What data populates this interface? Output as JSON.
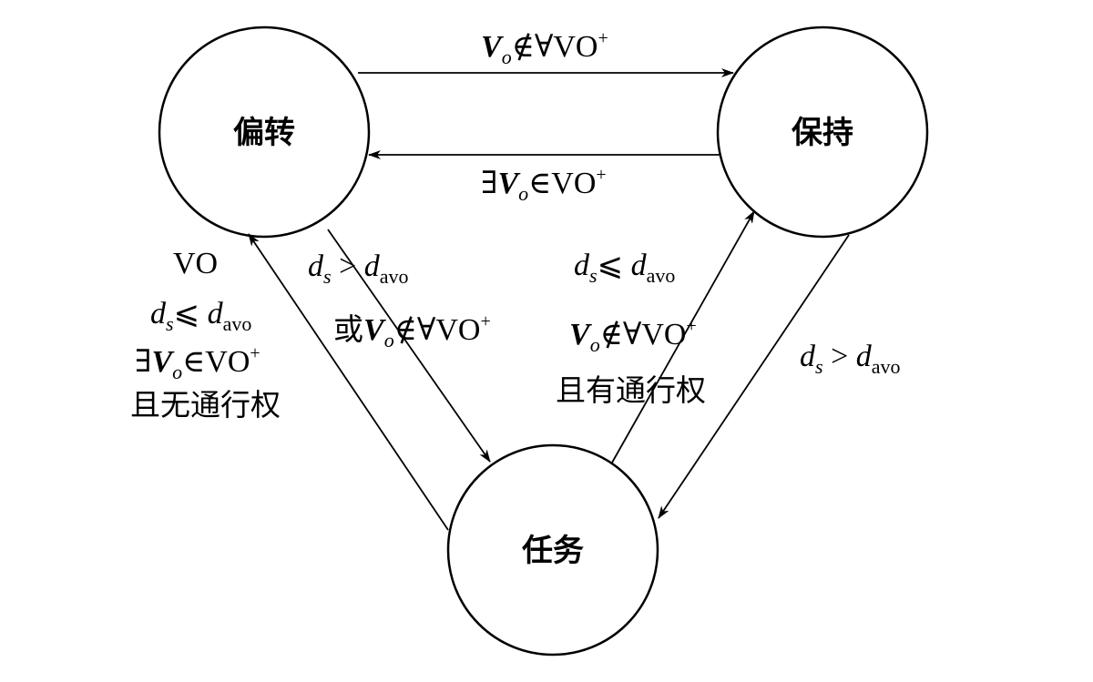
{
  "states": {
    "deflect": "偏转",
    "hold": "保持",
    "task": "任务"
  },
  "labels": {
    "hold_cond": {
      "v": "V",
      "v_sub": "o",
      "rest": "∉∀VO",
      "sup": "+"
    },
    "deflect_cond": {
      "exists": "∃",
      "v": "V",
      "v_sub": "o",
      "rest": "∈VO",
      "sup": "+"
    },
    "deflect_to_task_line1": {
      "d": "d",
      "d_sub": "s",
      "op": " > ",
      "d2": "d",
      "d2_sub": "avo"
    },
    "deflect_to_task_line2": {
      "prefix": "或",
      "v": "V",
      "v_sub": "o",
      "rest": "∉∀VO",
      "sup": "+"
    },
    "task_to_deflect": {
      "vo": "VO",
      "line2_d": "d",
      "line2_d_sub": "s",
      "line2_op": "⩽ ",
      "line2_d2": "d",
      "line2_d2_sub": "avo",
      "line3_exists": "∃",
      "line3_v": "V",
      "line3_v_sub": "o",
      "line3_rest": "∈VO",
      "line3_sup": "+",
      "line4": "且无通行权"
    },
    "task_to_hold": {
      "line1_d": "d",
      "line1_d_sub": "s",
      "line1_op": "⩽ ",
      "line1_d2": "d",
      "line1_d2_sub": "avo",
      "line2_v": "V",
      "line2_v_sub": "o",
      "line2_rest": "∉∀VO",
      "line2_sup": "+",
      "line3": "且有通行权"
    },
    "hold_to_task": {
      "d": "d",
      "d_sub": "s",
      "op": " > ",
      "d2": "d",
      "d2_sub": "avo"
    }
  },
  "colors": {
    "stroke": "#000000",
    "background": "#ffffff"
  }
}
